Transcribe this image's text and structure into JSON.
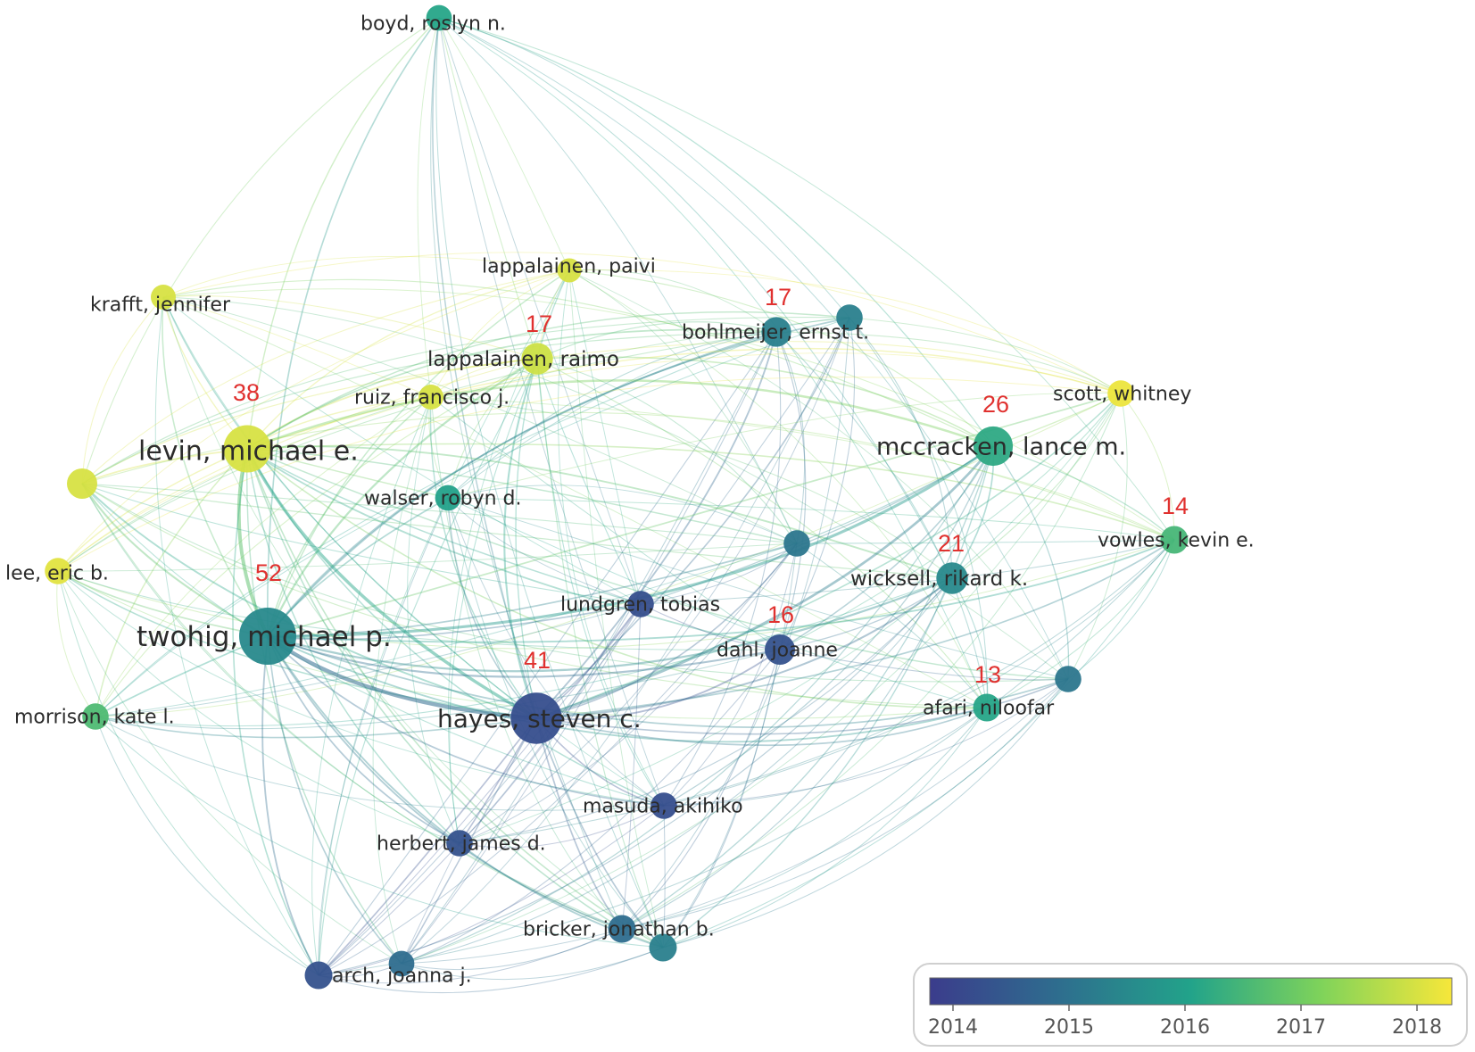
{
  "palette": {
    "viridis": [
      "#3b3c8c",
      "#2e6e8e",
      "#22a38a",
      "#7fd35a",
      "#f7e73a"
    ],
    "label": "#2b2b2b",
    "count": "#e0312f"
  },
  "network": {
    "nodes": [
      {
        "id": "boyd",
        "label": "boyd, roslyn n.",
        "year": 2016.1,
        "weight": 0.2
      },
      {
        "id": "krafft",
        "label": "krafft, jennifer",
        "year": 2018.0,
        "weight": 0.18
      },
      {
        "id": "lappalainen_p",
        "label": "lappalainen, paivi",
        "year": 2018.0,
        "weight": 0.16
      },
      {
        "id": "lappalainen_r",
        "label": "lappalainen, raimo",
        "year": 2017.9,
        "weight": 0.35,
        "count": 17
      },
      {
        "id": "bohlmeijer",
        "label": "bohlmeijer, ernst t.",
        "year": 2015.3,
        "weight": 0.3,
        "count": 17
      },
      {
        "id": "bohl_b",
        "label": "",
        "year": 2015.3,
        "weight": 0.22
      },
      {
        "id": "ruiz",
        "label": "ruiz, francisco j.",
        "year": 2018.0,
        "weight": 0.18
      },
      {
        "id": "scott",
        "label": "scott, whitney",
        "year": 2018.2,
        "weight": 0.22
      },
      {
        "id": "levin",
        "label": "levin, michael e.",
        "year": 2018.0,
        "weight": 0.75,
        "count": 38
      },
      {
        "id": "mccracken",
        "label": "mccracken, lance m.",
        "year": 2016.2,
        "weight": 0.55,
        "count": 26
      },
      {
        "id": "yellow_left",
        "label": "",
        "year": 2018.0,
        "weight": 0.32
      },
      {
        "id": "walser",
        "label": "walser, robyn d.",
        "year": 2016.0,
        "weight": 0.2
      },
      {
        "id": "vowles",
        "label": "vowles, kevin e.",
        "year": 2016.5,
        "weight": 0.25,
        "count": 14
      },
      {
        "id": "mid_teal",
        "label": "",
        "year": 2015.1,
        "weight": 0.22
      },
      {
        "id": "lee",
        "label": "lee, eric b.",
        "year": 2018.1,
        "weight": 0.22
      },
      {
        "id": "wicksell",
        "label": "wicksell, rikard k.",
        "year": 2015.5,
        "weight": 0.35,
        "count": 21
      },
      {
        "id": "lundgren",
        "label": "lundgren, tobias",
        "year": 2014.2,
        "weight": 0.22
      },
      {
        "id": "twohig",
        "label": "twohig, michael p.",
        "year": 2015.5,
        "weight": 1.0,
        "count": 52
      },
      {
        "id": "dahl",
        "label": "dahl, joanne",
        "year": 2014.3,
        "weight": 0.32,
        "count": 16
      },
      {
        "id": "right_teal",
        "label": "",
        "year": 2015.1,
        "weight": 0.22
      },
      {
        "id": "afari",
        "label": "afari, niloofar",
        "year": 2016.1,
        "weight": 0.25,
        "count": 13
      },
      {
        "id": "morrison",
        "label": "morrison, kate l.",
        "year": 2016.6,
        "weight": 0.22
      },
      {
        "id": "hayes",
        "label": "hayes, steven c.",
        "year": 2014.2,
        "weight": 0.85,
        "count": 41
      },
      {
        "id": "masuda",
        "label": "masuda, akihiko",
        "year": 2014.2,
        "weight": 0.22
      },
      {
        "id": "herbert",
        "label": "herbert, james d.",
        "year": 2014.3,
        "weight": 0.22
      },
      {
        "id": "bricker",
        "label": "bricker, jonathan b.",
        "year": 2014.9,
        "weight": 0.25
      },
      {
        "id": "bricker_b",
        "label": "",
        "year": 2015.3,
        "weight": 0.25
      },
      {
        "id": "arch",
        "label": "arch, joanna j.",
        "year": 2014.3,
        "weight": 0.25
      },
      {
        "id": "arch_b",
        "label": "",
        "year": 2014.9,
        "weight": 0.2
      }
    ],
    "colorbar": {
      "ticks": [
        "2014",
        "2015",
        "2016",
        "2017",
        "2018"
      ],
      "min": 2013.8,
      "max": 2018.3
    }
  }
}
